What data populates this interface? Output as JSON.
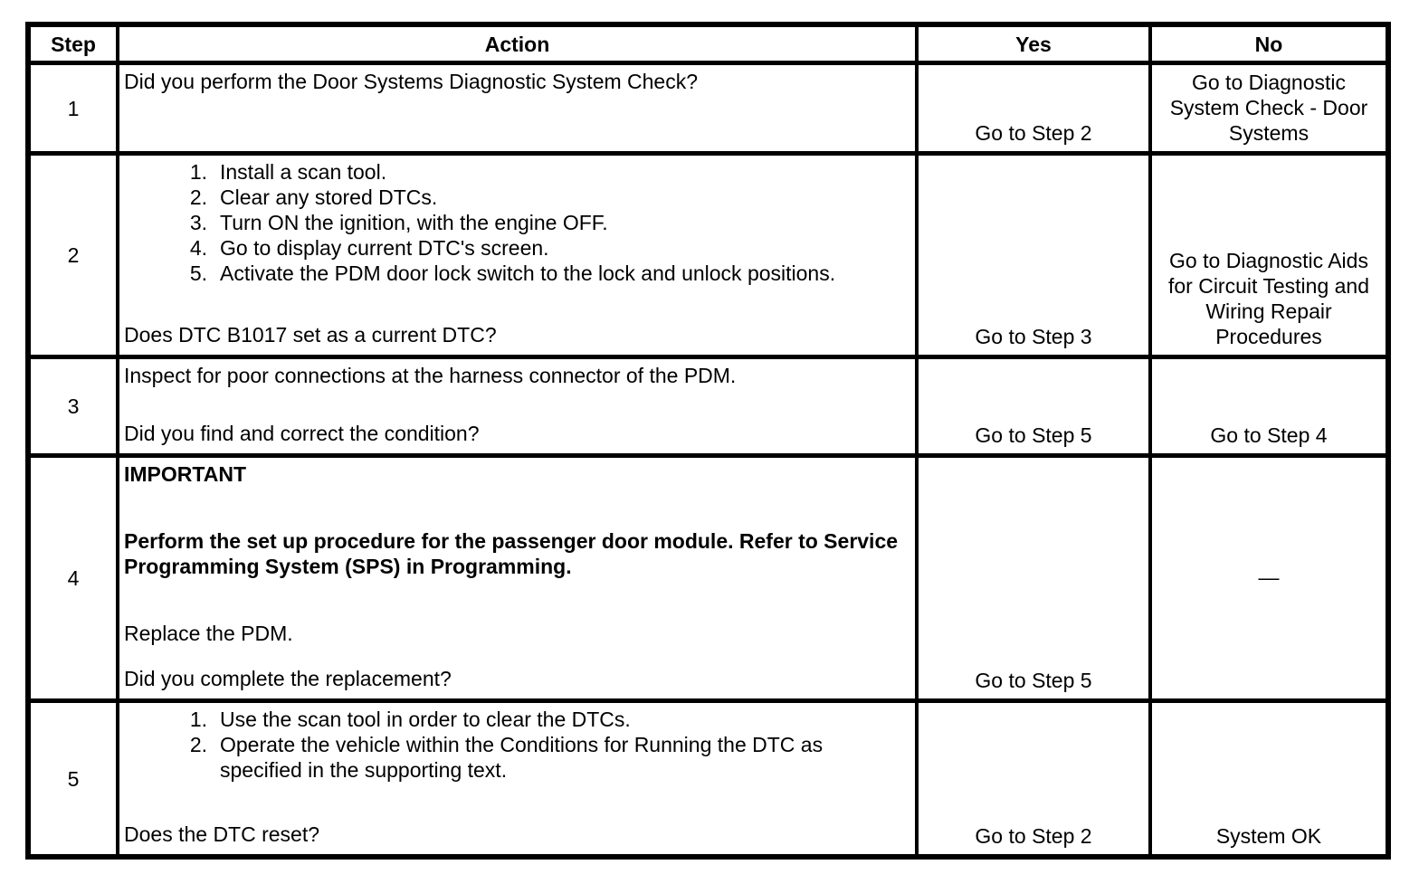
{
  "table": {
    "headers": {
      "step": "Step",
      "action": "Action",
      "yes": "Yes",
      "no": "No"
    },
    "rows": [
      {
        "step": "1",
        "statement": "Did you perform the Door Systems Diagnostic System Check?",
        "yes": "Go to Step 2",
        "no": "Go to Diagnostic System Check - Door Systems"
      },
      {
        "step": "2",
        "list": [
          "Install a scan tool.",
          "Clear any stored DTCs.",
          "Turn ON the ignition, with the engine OFF.",
          "Go to display current DTC's screen.",
          "Activate the PDM door lock switch to the lock and unlock positions."
        ],
        "question": "Does DTC B1017 set as a current DTC?",
        "yes": "Go to Step 3",
        "no": "Go to Diagnostic Aids for Circuit Testing and Wiring Repair Procedures"
      },
      {
        "step": "3",
        "statement": "Inspect for poor connections at the harness connector of the PDM.",
        "question": "Did you find and correct the condition?",
        "yes": "Go to Step 5",
        "no": "Go to Step 4"
      },
      {
        "step": "4",
        "important_label": "IMPORTANT",
        "important_text": "Perform the set up procedure for the passenger door module. Refer to Service Programming System (SPS) in Programming.",
        "statement": "Replace the PDM.",
        "question": "Did you complete the replacement?",
        "yes": "Go to Step 5",
        "no": "—"
      },
      {
        "step": "5",
        "list": [
          "Use the scan tool in order to clear the DTCs.",
          "Operate the vehicle within the Conditions for Running the DTC as specified in the supporting text."
        ],
        "question": "Does the DTC reset?",
        "yes": "Go to Step 2",
        "no": "System OK"
      }
    ]
  }
}
